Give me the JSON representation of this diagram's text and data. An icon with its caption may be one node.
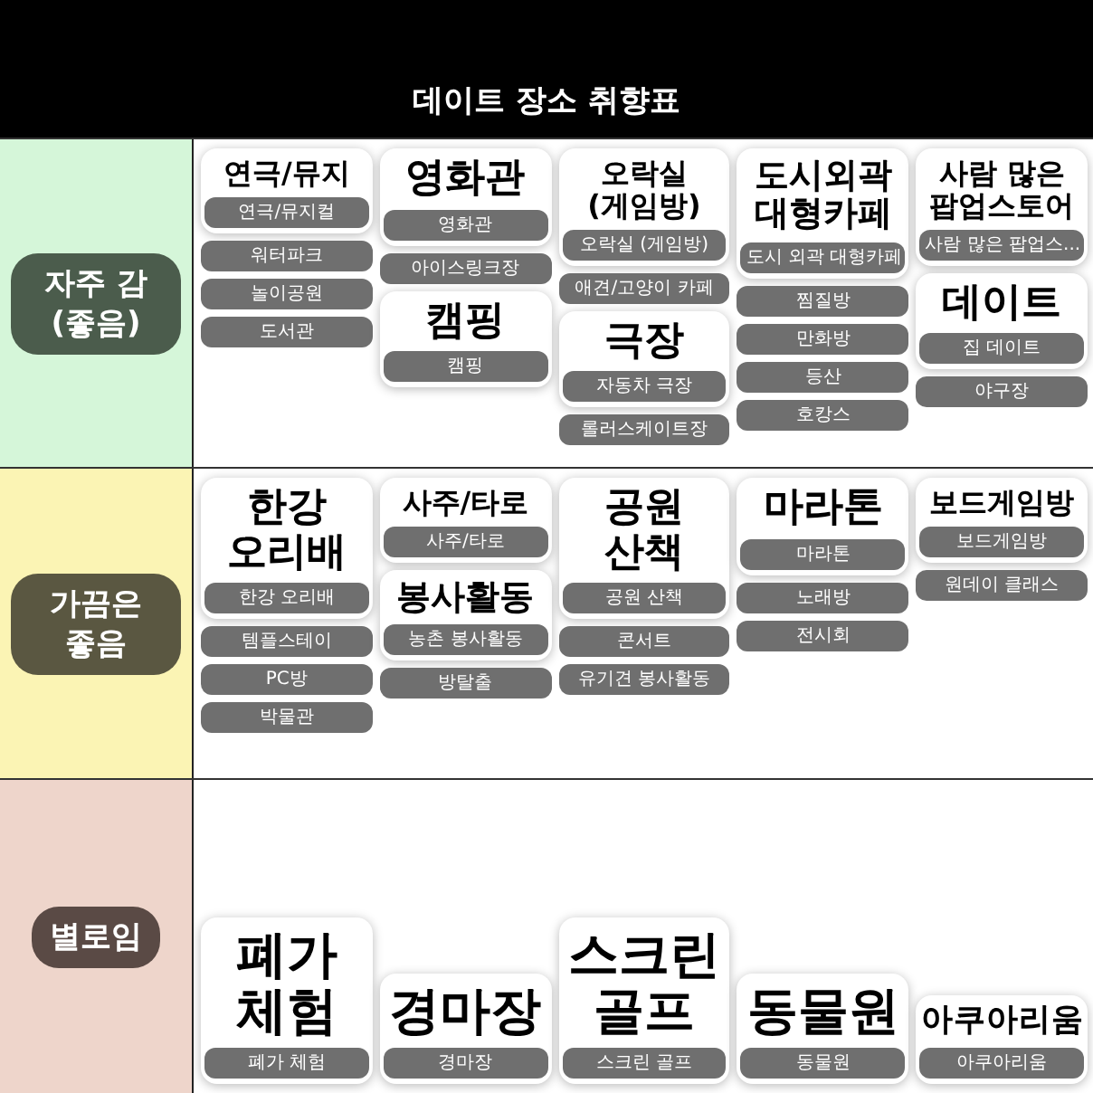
{
  "diagram": {
    "title": "데이트 장소 취향표",
    "nodes": [
      {
        "text": [
          "자주 감 (좋음)"
        ]
      },
      {
        "text": [
          "연극/뮤지"
        ],
        "in": 0
      },
      {
        "text": [
          "연극/뮤지컬"
        ],
        "in": 1
      },
      {
        "text": [
          "워터파크"
        ],
        "in": 0
      },
      {
        "text": [
          "놀이공원"
        ],
        "in": 0
      },
      {
        "text": [
          "도서관"
        ],
        "in": 0
      },
      {
        "text": [
          "영화관"
        ],
        "in": 0
      },
      {
        "text": [
          "영화관"
        ],
        "in": 6
      },
      {
        "text": [
          "아이스링크장"
        ],
        "in": 0
      },
      {
        "text": [
          "캠핑"
        ],
        "in": 0
      },
      {
        "text": [
          "캠핑"
        ],
        "in": 9
      },
      {
        "text": [
          "오락실 (게임방)"
        ],
        "in": 0
      },
      {
        "text": [
          "오락실 (게임방)"
        ],
        "in": 11
      },
      {
        "text": [
          "애견/고양이 카페"
        ],
        "in": 0
      },
      {
        "text": [
          "극장"
        ],
        "in": 0
      },
      {
        "text": [
          "자동차 극장"
        ],
        "in": 14
      },
      {
        "text": [
          "롤러스케이트장"
        ],
        "in": 0
      },
      {
        "text": [
          "도시외곽 대형카페"
        ],
        "in": 0
      },
      {
        "text": [
          "도시 외곽 대형카페"
        ],
        "in": 17
      },
      {
        "text": [
          "찜질방"
        ],
        "in": 0
      },
      {
        "text": [
          "만화방"
        ],
        "in": 0
      },
      {
        "text": [
          "등산"
        ],
        "in": 0
      },
      {
        "text": [
          "호캉스"
        ],
        "in": 0
      },
      {
        "text": [
          "사람 많은 팝업스토어"
        ],
        "in": 0
      },
      {
        "text": [
          "사람 많은 팝업스..."
        ],
        "in": 23
      },
      {
        "text": [
          "데이트"
        ],
        "in": 0
      },
      {
        "text": [
          "집 데이트"
        ],
        "in": 25
      },
      {
        "text": [
          "야구장"
        ],
        "in": 0
      },
      {
        "text": [
          "가끔은 좋음"
        ]
      },
      {
        "text": [
          "한강 오리배"
        ],
        "in": 28
      },
      {
        "text": [
          "한강 오리배"
        ],
        "in": 29
      },
      {
        "text": [
          "템플스테이"
        ],
        "in": 28
      },
      {
        "text": [
          "PC방"
        ],
        "in": 28
      },
      {
        "text": [
          "박물관"
        ],
        "in": 28
      },
      {
        "text": [
          "사주/타로"
        ],
        "in": 28
      },
      {
        "text": [
          "사주/타로"
        ],
        "in": 34
      },
      {
        "text": [
          "봉사활동"
        ],
        "in": 28
      },
      {
        "text": [
          "농촌 봉사활동"
        ],
        "in": 36
      },
      {
        "text": [
          "방탈출"
        ],
        "in": 28
      },
      {
        "text": [
          "공원 산책"
        ],
        "in": 28
      },
      {
        "text": [
          "공원 산책"
        ],
        "in": 39
      },
      {
        "text": [
          "콘서트"
        ],
        "in": 28
      },
      {
        "text": [
          "유기견 봉사활동"
        ],
        "in": 28
      },
      {
        "text": [
          "마라톤"
        ],
        "in": 28
      },
      {
        "text": [
          "마라톤"
        ],
        "in": 43
      },
      {
        "text": [
          "노래방"
        ],
        "in": 28
      },
      {
        "text": [
          "전시회"
        ],
        "in": 28
      },
      {
        "text": [
          "보드게임방"
        ],
        "in": 28
      },
      {
        "text": [
          "보드게임방"
        ],
        "in": 47
      },
      {
        "text": [
          "원데이 클래스"
        ],
        "in": 28
      },
      {
        "text": [
          "별로임"
        ]
      },
      {
        "text": [
          "폐가 체험"
        ],
        "in": 50
      },
      {
        "text": [
          "폐가 체험"
        ],
        "in": 51
      },
      {
        "text": [
          "경마장"
        ],
        "in": 50
      },
      {
        "text": [
          "경마장"
        ],
        "in": 53
      },
      {
        "text": [
          "스크린 골프"
        ],
        "in": 50
      },
      {
        "text": [
          "스크린 골프"
        ],
        "in": 55
      },
      {
        "text": [
          "동물원"
        ],
        "in": 50
      },
      {
        "text": [
          "동물원"
        ],
        "in": 57
      },
      {
        "text": [
          "아쿠아리움"
        ],
        "in": 50
      },
      {
        "text": [
          "아쿠아리움"
        ],
        "in": 59
      }
    ]
  }
}
